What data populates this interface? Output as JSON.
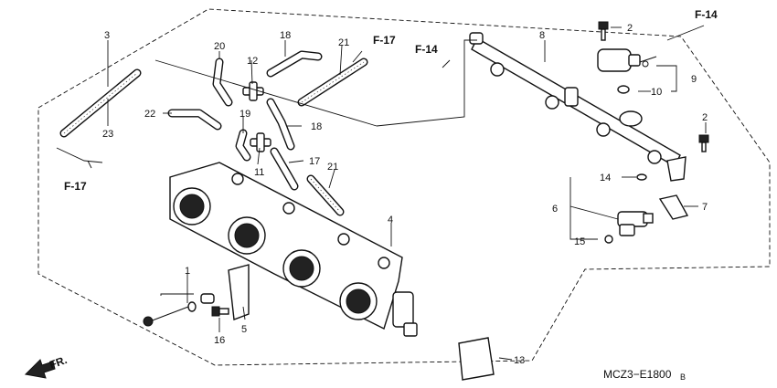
{
  "diagram": {
    "callouts": {
      "c1": "1",
      "c2a": "2",
      "c2b": "2",
      "c3": "3",
      "c4": "4",
      "c5": "5",
      "c6": "6",
      "c7": "7",
      "c8": "8",
      "c9": "9",
      "c10": "10",
      "c11": "11",
      "c12": "12",
      "c13": "13",
      "c14": "14",
      "c15": "15",
      "c16": "16",
      "c17": "17",
      "c18a": "18",
      "c18b": "18",
      "c19": "19",
      "c20": "20",
      "c21a": "21",
      "c21b": "21",
      "c22": "22",
      "c23": "23"
    },
    "references": {
      "f17_left": "F-17",
      "f17_top": "F-17",
      "f14_mid": "F-14",
      "f14_top": "F-14"
    },
    "front_marker": "FR.",
    "drawing_code": "MCZ3−E1800",
    "drawing_code_suffix": "B"
  }
}
